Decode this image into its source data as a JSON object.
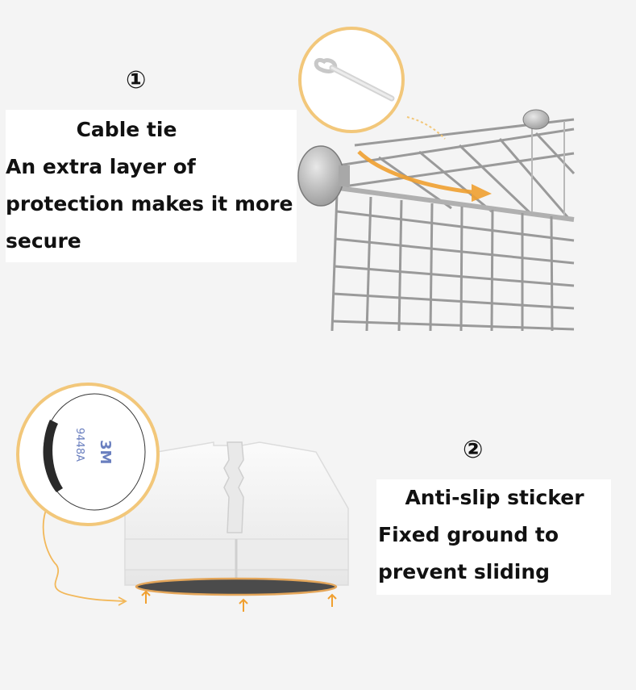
{
  "section1": {
    "marker": "①",
    "title": "Cable tie",
    "lines": [
      "An extra layer of",
      "protection makes it more",
      "secure"
    ]
  },
  "section2": {
    "marker": "②",
    "title": "Anti-slip sticker",
    "lines": [
      "Fixed ground to",
      "prevent sliding"
    ],
    "sticker_text": "3M 9448A"
  },
  "colors": {
    "accent_orange": "#f0a030",
    "circle_border": "#f2c77a",
    "background": "#f4f4f4",
    "wire": "#9a9a9a"
  },
  "icons": [
    "cable-tie-icon",
    "wire-grid-image",
    "connector-knob-icon",
    "sticker-icon",
    "plastic-foot-image",
    "arrow-up-icon"
  ]
}
